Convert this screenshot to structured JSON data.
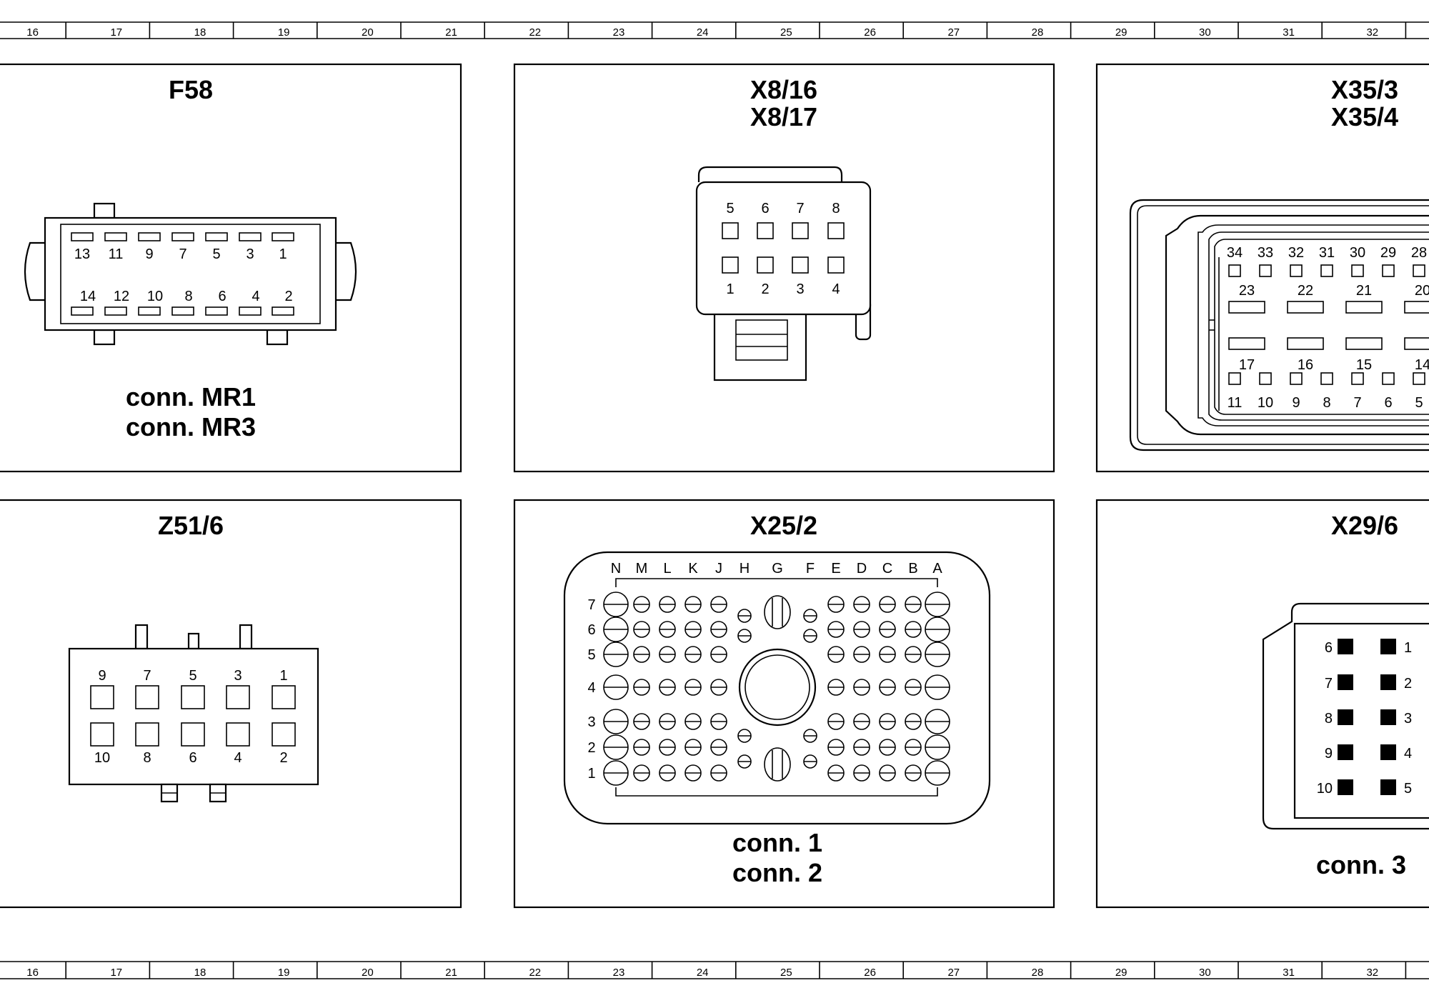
{
  "ruler": {
    "columns": [
      "16",
      "17",
      "18",
      "19",
      "20",
      "21",
      "22",
      "23",
      "24",
      "25",
      "26",
      "27",
      "28",
      "29",
      "30",
      "31",
      "32"
    ]
  },
  "panels": {
    "f58": {
      "title": "F58",
      "captions": [
        "conn. MR1",
        "conn. MR3"
      ],
      "pins_top": [
        "13",
        "11",
        "9",
        "7",
        "5",
        "3",
        "1"
      ],
      "pins_bottom": [
        "14",
        "12",
        "10",
        "8",
        "6",
        "4",
        "2"
      ]
    },
    "x8": {
      "titles": [
        "X8/16",
        "X8/17"
      ],
      "pins_top": [
        "5",
        "6",
        "7",
        "8"
      ],
      "pins_bottom": [
        "1",
        "2",
        "3",
        "4"
      ]
    },
    "x35": {
      "titles": [
        "X35/3",
        "X35/4"
      ],
      "row1": [
        "34",
        "33",
        "32",
        "31",
        "30",
        "29",
        "28"
      ],
      "row2": [
        "23",
        "22",
        "21",
        "20"
      ],
      "row3": [
        "17",
        "16",
        "15",
        "14"
      ],
      "row4": [
        "11",
        "10",
        "9",
        "8",
        "7",
        "6",
        "5"
      ]
    },
    "z51": {
      "title": "Z51/6",
      "pins_top": [
        "9",
        "7",
        "5",
        "3",
        "1"
      ],
      "pins_bottom": [
        "10",
        "8",
        "6",
        "4",
        "2"
      ]
    },
    "x25": {
      "title": "X25/2",
      "captions": [
        "conn. 1",
        "conn. 2"
      ],
      "letters": [
        "N",
        "M",
        "L",
        "K",
        "J",
        "H",
        "G",
        "F",
        "E",
        "D",
        "C",
        "B",
        "A"
      ],
      "rows": [
        "7",
        "6",
        "5",
        "4",
        "3",
        "2",
        "1"
      ]
    },
    "x29": {
      "title": "X29/6",
      "caption": "conn. 3",
      "pins_left": [
        "6",
        "7",
        "8",
        "9",
        "10"
      ],
      "pins_right": [
        "1",
        "2",
        "3",
        "4",
        "5"
      ]
    }
  }
}
